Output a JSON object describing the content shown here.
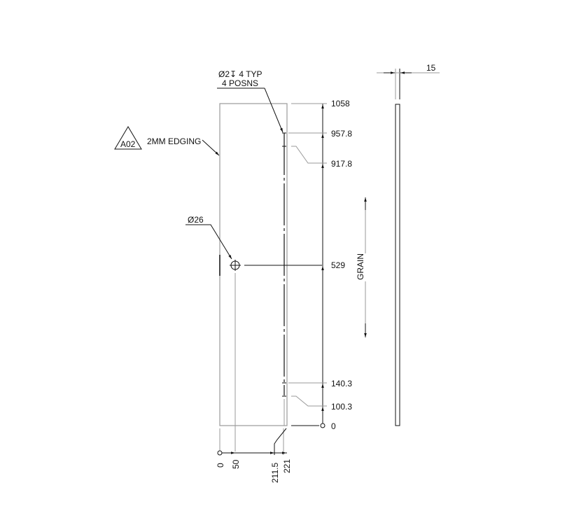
{
  "drawing": {
    "part_tag": "A02",
    "edging_note": "2MM EDGING",
    "hole_note_line1": "Ø2↧ 4 TYP",
    "hole_note_line2": "4 POSNS",
    "large_hole_note": "Ø26",
    "grain_label": "GRAIN",
    "thickness_label": "15"
  },
  "vertical_dims": {
    "values": [
      "1058",
      "957.8",
      "917.8",
      "529",
      "140.3",
      "100.3",
      "0"
    ]
  },
  "horizontal_dims": {
    "values": [
      "0",
      "50",
      "211.5",
      "221"
    ]
  },
  "colors": {
    "outline": "#9a9a9a",
    "dimension": "#111111",
    "background": "#ffffff"
  }
}
